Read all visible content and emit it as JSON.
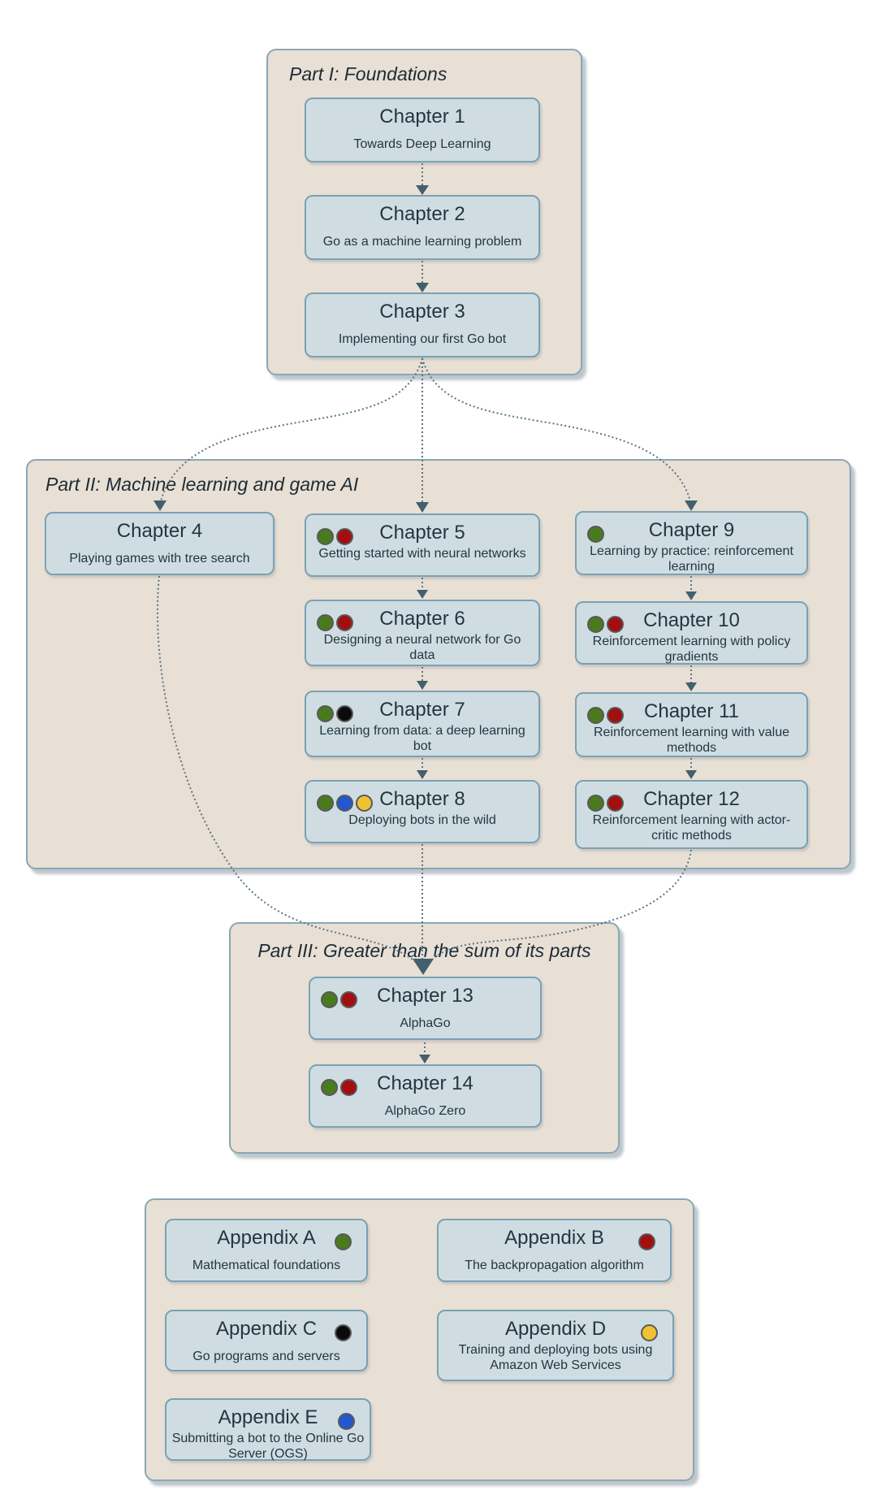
{
  "colors": {
    "green": "#4a7a1e",
    "red": "#a30f11",
    "black": "#0b0b0b",
    "blue": "#2257cf",
    "yellow": "#f0c232"
  },
  "parts": [
    {
      "title": "Part I: Foundations",
      "chapters": [
        {
          "title": "Chapter 1",
          "subtitle": "Towards Deep Learning",
          "dots": []
        },
        {
          "title": "Chapter 2",
          "subtitle": "Go as a machine learning problem",
          "dots": []
        },
        {
          "title": "Chapter 3",
          "subtitle": "Implementing our first Go bot",
          "dots": []
        }
      ]
    },
    {
      "title": "Part II: Machine learning and game AI",
      "chapters": [
        {
          "title": "Chapter 4",
          "subtitle": "Playing games with tree search",
          "dots": []
        },
        {
          "title": "Chapter 5",
          "subtitle": "Getting started with neural networks",
          "dots": [
            "green",
            "red"
          ]
        },
        {
          "title": "Chapter 6",
          "subtitle": "Designing a neural network for Go data",
          "dots": [
            "green",
            "red"
          ]
        },
        {
          "title": "Chapter 7",
          "subtitle": "Learning from data: a deep learning bot",
          "dots": [
            "green",
            "black"
          ]
        },
        {
          "title": "Chapter 8",
          "subtitle": "Deploying bots in the wild",
          "dots": [
            "green",
            "blue",
            "yellow"
          ]
        },
        {
          "title": "Chapter 9",
          "subtitle": "Learning by practice: reinforcement learning",
          "dots": [
            "green"
          ]
        },
        {
          "title": "Chapter 10",
          "subtitle": "Reinforcement learning with policy gradients",
          "dots": [
            "green",
            "red"
          ]
        },
        {
          "title": "Chapter 11",
          "subtitle": "Reinforcement learning with value methods",
          "dots": [
            "green",
            "red"
          ]
        },
        {
          "title": "Chapter 12",
          "subtitle": "Reinforcement learning with actor-critic methods",
          "dots": [
            "green",
            "red"
          ]
        }
      ]
    },
    {
      "title": "Part III: Greater than the sum of its parts",
      "chapters": [
        {
          "title": "Chapter 13",
          "subtitle": "AlphaGo",
          "dots": [
            "green",
            "red"
          ]
        },
        {
          "title": "Chapter 14",
          "subtitle": "AlphaGo Zero",
          "dots": [
            "green",
            "red"
          ]
        }
      ]
    }
  ],
  "appendices": [
    {
      "title": "Appendix A",
      "subtitle": "Mathematical foundations",
      "dots": [
        "green"
      ]
    },
    {
      "title": "Appendix B",
      "subtitle": "The backpropagation algorithm",
      "dots": [
        "red"
      ]
    },
    {
      "title": "Appendix C",
      "subtitle": "Go programs and servers",
      "dots": [
        "black"
      ]
    },
    {
      "title": "Appendix D",
      "subtitle": "Training and deploying bots using Amazon Web Services",
      "dots": [
        "yellow"
      ]
    },
    {
      "title": "Appendix E",
      "subtitle": "Submitting a bot to the Online Go Server (OGS)",
      "dots": [
        "blue"
      ]
    }
  ]
}
